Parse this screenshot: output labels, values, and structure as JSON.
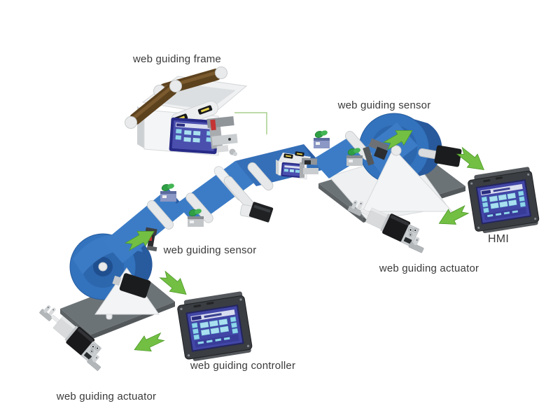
{
  "diagram": {
    "labels": {
      "frame": "web guiding frame",
      "sensor_top": "web guiding sensor",
      "sensor_left": "web guiding sensor",
      "actuator_right": "web guiding actuator",
      "actuator_bottom": "web guiding actuator",
      "hmi": "HMI",
      "controller": "web guiding controller"
    },
    "colors": {
      "web_blue": "#3c7cc6",
      "web_blue_dark": "#2b5fa6",
      "roll_blue": "#3372bd",
      "roll_blue_core": "#1f4f8f",
      "arrow_green": "#72bf44",
      "arrow_green_edge": "#4f9a28",
      "connector_line_green": "#a9cf8d",
      "roller_brown": "#5d421e",
      "roller_gray": "#e6e8e9",
      "base_plate_gray": "#6c7377",
      "stand_white": "#f3f4f5",
      "device_black": "#1a1b1c",
      "panel_frame_gray": "#3a3d41",
      "screen_blue": "#4246a6",
      "screen_button_cyan": "#8ed6ea",
      "label_text": "#3a3a3a",
      "slot_yellow": "#e8d44d",
      "sensor_red": "#c43434",
      "clamp_green": "#2f9e44"
    }
  }
}
